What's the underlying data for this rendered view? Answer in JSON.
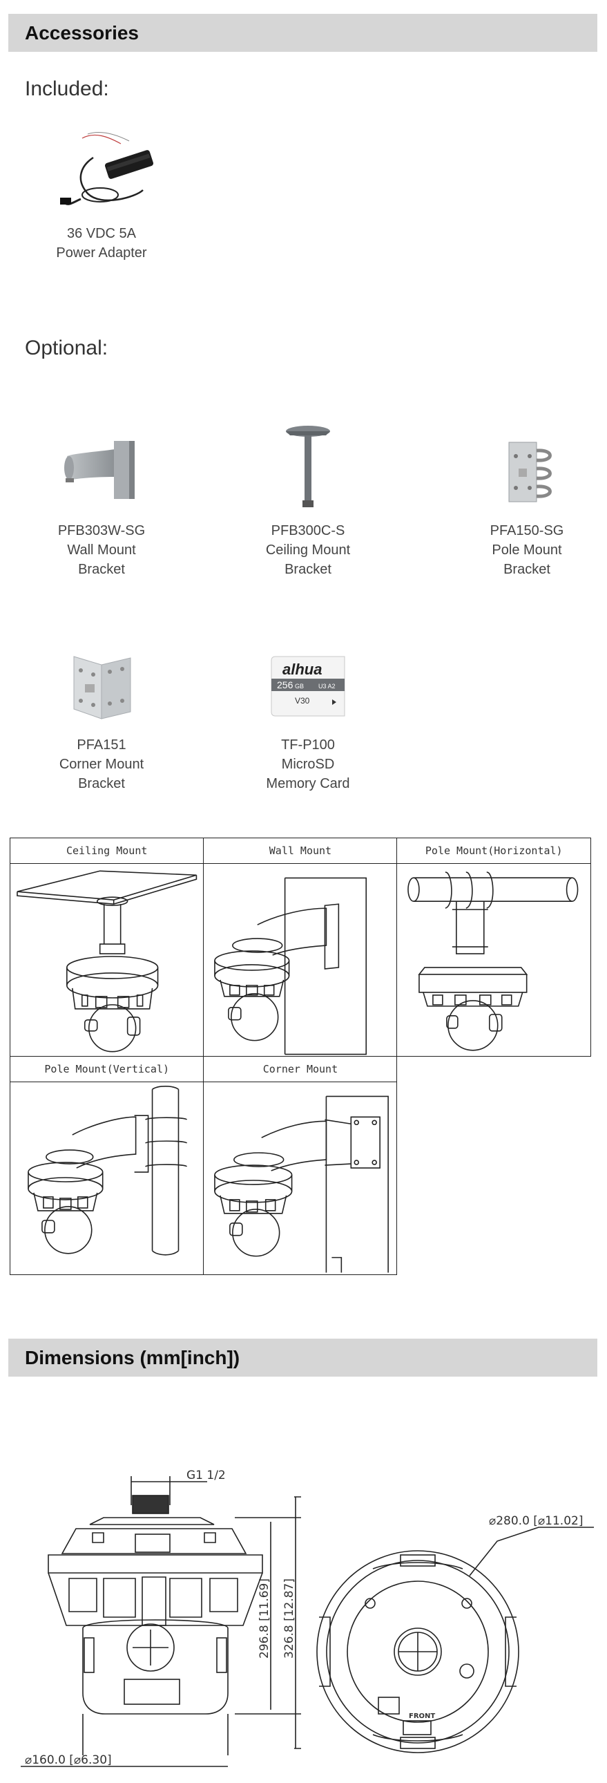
{
  "accessories": {
    "title": "Accessories",
    "included_label": "Included:",
    "included": [
      {
        "lines": [
          "36 VDC 5A",
          "Power Adapter"
        ]
      }
    ],
    "optional_label": "Optional:",
    "optional": [
      {
        "lines": [
          "PFB303W-SG",
          "Wall Mount",
          "Bracket"
        ]
      },
      {
        "lines": [
          "PFB300C-S",
          "Ceiling Mount",
          "Bracket"
        ]
      },
      {
        "lines": [
          "PFA150-SG",
          "Pole  Mount",
          "Bracket"
        ]
      },
      {
        "lines": [
          "PFA151",
          "Corner Mount",
          "Bracket"
        ]
      },
      {
        "lines": [
          "TF-P100",
          "MicroSD",
          "Memory Card"
        ]
      }
    ],
    "card_brand": "alhua",
    "card_capacity": "256",
    "card_unit": "GB",
    "card_marks": [
      "U3 A2",
      "V30"
    ]
  },
  "mounts": {
    "cells": [
      "Ceiling Mount",
      "Wall Mount",
      "Pole Mount(Horizontal)",
      "Pole Mount(Vertical)",
      "Corner Mount"
    ]
  },
  "dimensions": {
    "title": "Dimensions (mm[inch])",
    "thread_label": "G1 1/2",
    "diameter_top": "⌀280.0 [⌀11.02]",
    "diameter_base": "⌀160.0 [⌀6.30]",
    "height_inner": "296.8 [11.69]",
    "height_outer": "326.8 [12.87]",
    "front_label": "FRONT"
  }
}
